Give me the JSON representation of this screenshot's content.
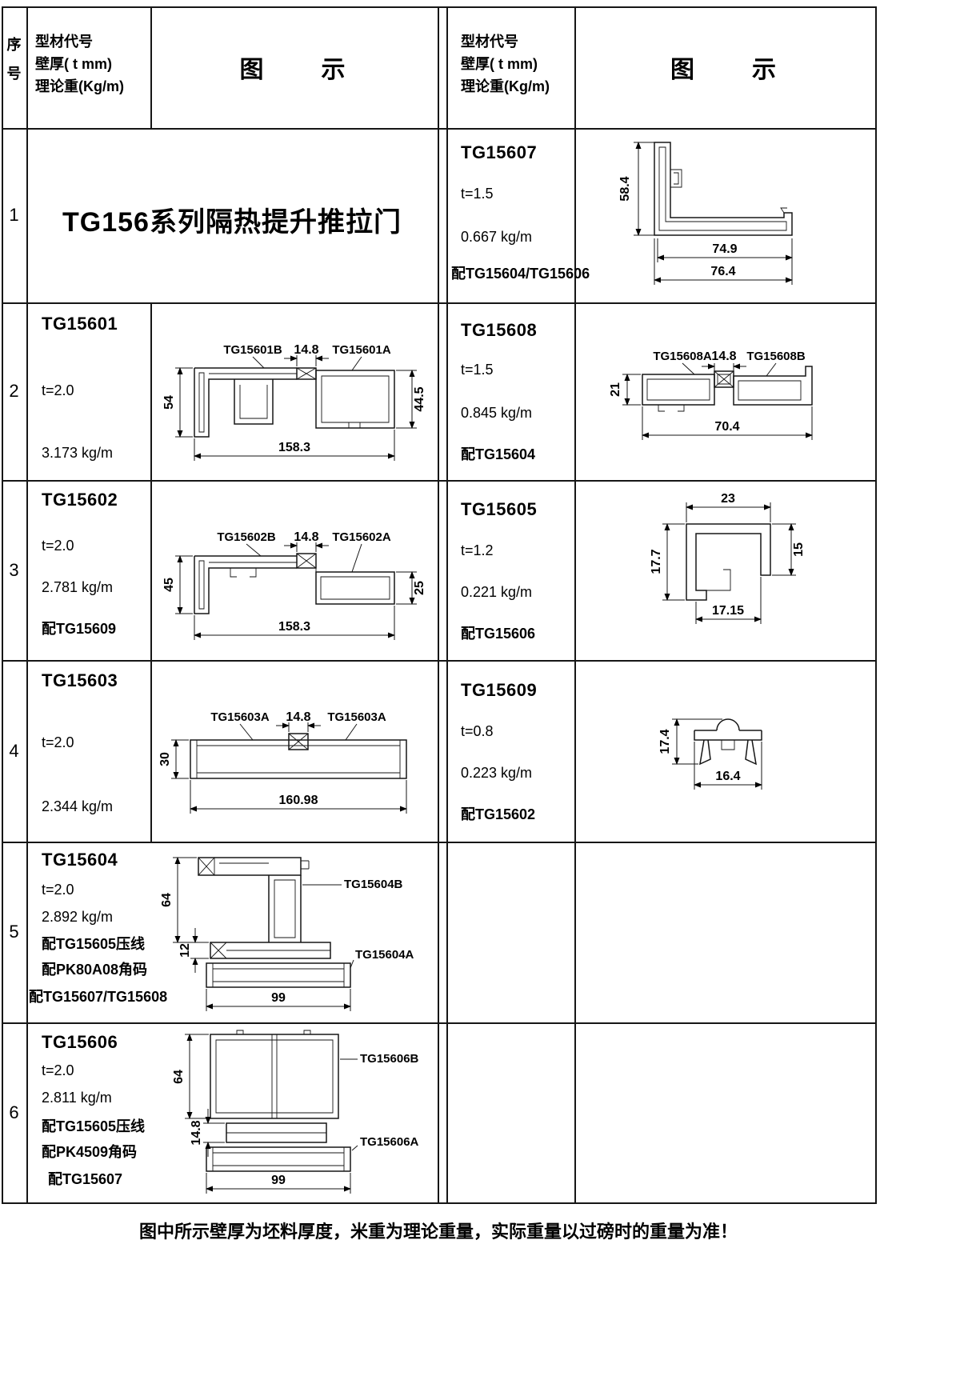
{
  "header": {
    "seq_char1": "序",
    "seq_char2": "号",
    "profile_line1": "型材代号",
    "profile_line2": "壁厚( t mm)",
    "profile_line3": "理论重(Kg/m)",
    "diagram_title": "图　　示"
  },
  "footer_note": "图中所示壁厚为坯料厚度，米重为理论重量，实际重量以过磅时的重量为准！",
  "rows": {
    "r1": {
      "no": "1",
      "series_title": "TG156系列隔热提升推拉门",
      "right": {
        "code": "TG15607",
        "t": "t=1.5",
        "w": "0.667 kg/m",
        "note1": "配TG15604/TG15606",
        "dims": {
          "h": "58.4",
          "w1": "74.9",
          "w2": "76.4"
        }
      }
    },
    "r2": {
      "no": "2",
      "left": {
        "code": "TG15601",
        "t": "t=2.0",
        "w": "3.173 kg/m",
        "dims": {
          "lblB": "TG15601B",
          "top": "14.8",
          "lblA": "TG15601A",
          "hL": "54",
          "hR": "44.5",
          "wBot": "158.3"
        }
      },
      "right": {
        "code": "TG15608",
        "t": "t=1.5",
        "w": "0.845 kg/m",
        "note1": "配TG15604",
        "dims": {
          "lblA": "TG15608A",
          "top": "14.8",
          "lblB": "TG15608B",
          "hL": "21",
          "wBot": "70.4"
        }
      }
    },
    "r3": {
      "no": "3",
      "left": {
        "code": "TG15602",
        "t": "t=2.0",
        "w": "2.781 kg/m",
        "note1": "配TG15609",
        "dims": {
          "lblB": "TG15602B",
          "top": "14.8",
          "lblA": "TG15602A",
          "hL": "45",
          "hR": "25",
          "wBot": "158.3"
        }
      },
      "right": {
        "code": "TG15605",
        "t": "t=1.2",
        "w": "0.221 kg/m",
        "note1": "配TG15606",
        "dims": {
          "wTop": "23",
          "hL": "17.7",
          "hR": "15",
          "wBot": "17.15"
        }
      }
    },
    "r4": {
      "no": "4",
      "left": {
        "code": "TG15603",
        "t": "t=2.0",
        "w": "2.344 kg/m",
        "dims": {
          "lblL": "TG15603A",
          "top": "14.8",
          "lblR": "TG15603A",
          "hL": "30",
          "wBot": "160.98"
        }
      },
      "right": {
        "code": "TG15609",
        "t": "t=0.8",
        "w": "0.223 kg/m",
        "note1": "配TG15602",
        "dims": {
          "h": "17.4",
          "wBot": "16.4"
        }
      }
    },
    "r5": {
      "no": "5",
      "left": {
        "code": "TG15604",
        "t": "t=2.0",
        "w": "2.892 kg/m",
        "note1": "配TG15605压线",
        "note2": "配PK80A08角码",
        "note3": "配TG15607/TG15608",
        "dims": {
          "hL": "64",
          "hM": "12",
          "wBot": "99",
          "lblB": "TG15604B",
          "lblA": "TG15604A"
        }
      }
    },
    "r6": {
      "no": "6",
      "left": {
        "code": "TG15606",
        "t": "t=2.0",
        "w": "2.811 kg/m",
        "note1": "配TG15605压线",
        "note2": "配PK4509角码",
        "note3": "配TG15607",
        "dims": {
          "hL": "64",
          "hM": "14.8",
          "wBot": "99",
          "lblB": "TG15606B",
          "lblA": "TG15606A"
        }
      }
    }
  }
}
